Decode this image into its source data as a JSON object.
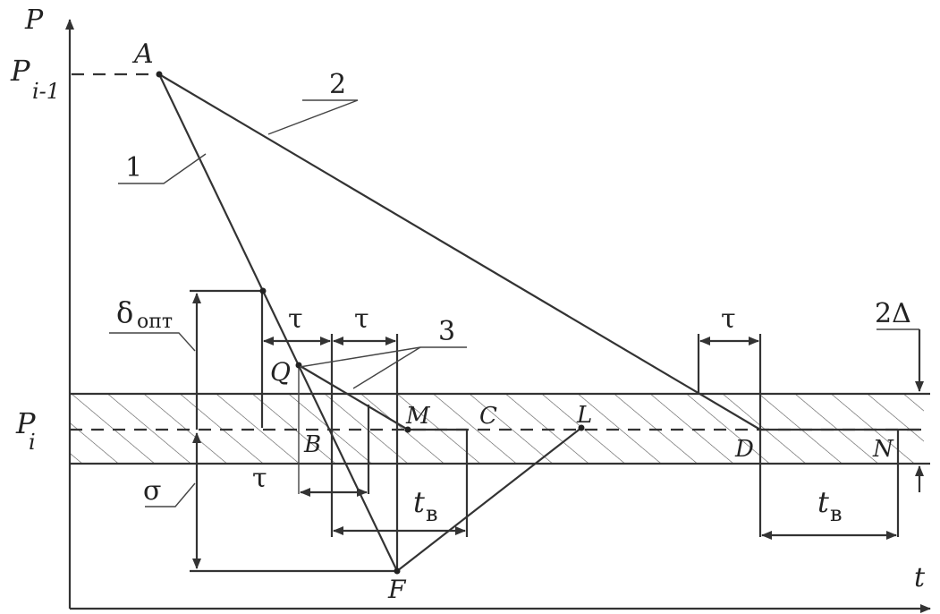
{
  "diagram": {
    "axes": {
      "y_label": "P",
      "x_label": "t"
    },
    "levels": {
      "top_base": "P",
      "top_sub": "i-1",
      "mid_base": "P",
      "mid_sub": "i"
    },
    "points": {
      "A": "A",
      "Q": "Q",
      "B": "B",
      "M": "M",
      "C": "C",
      "L": "L",
      "F": "F",
      "D": "D",
      "N": "N"
    },
    "curves": {
      "c1": "1",
      "c2": "2",
      "c3": "3"
    },
    "dims": {
      "delta_opt_base": "δ",
      "delta_opt_sub": "опт",
      "sigma": "σ",
      "two_delta": "2Δ",
      "tau": "τ",
      "tv_base": "t",
      "tv_sub": "в"
    }
  }
}
